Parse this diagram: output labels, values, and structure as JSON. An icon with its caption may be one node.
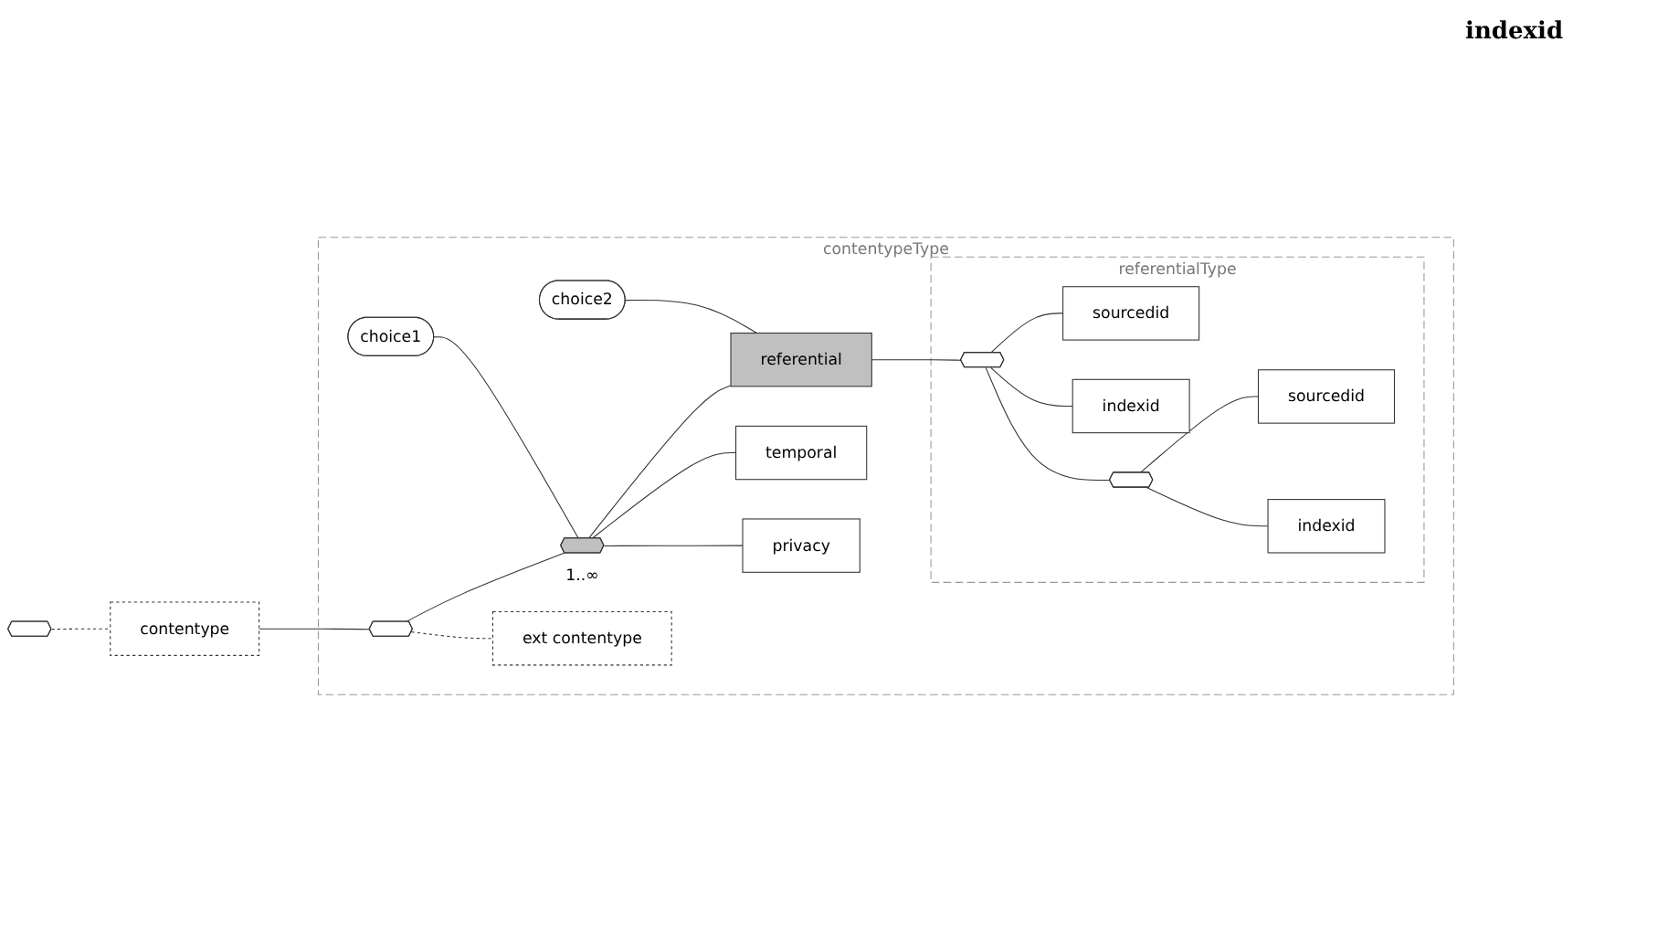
{
  "diagram": {
    "nodes": [
      {
        "text": [],
        "shape": "octagon"
      },
      {
        "text": [
          "contentype"
        ]
      },
      {
        "text": [
          "contentypeType"
        ]
      },
      {
        "text": [
          "choice2"
        ],
        "in": 2
      },
      {
        "text": [
          "referential"
        ],
        "in": 2
      },
      {
        "text": [
          "referentialType"
        ],
        "in": 2
      },
      {
        "text": [],
        "shape": "octagon",
        "in": 5
      },
      {
        "text": [
          "sourcedid"
        ],
        "in": 5
      },
      {
        "text": [
          "indexid"
        ],
        "in": 5
      },
      {
        "text": [],
        "shape": "octagon",
        "in": 5
      },
      {
        "text": [
          "sourcedid"
        ],
        "in": 5
      },
      {
        "text": [
          "indexid"
        ],
        "in": 5
      },
      {
        "text": [
          "choice1"
        ],
        "in": 2
      },
      {
        "text": [],
        "shape": "octagon",
        "in": 2,
        "beside": [
          "1..∞"
        ]
      },
      {
        "text": [
          "temporal"
        ],
        "in": 2
      },
      {
        "text": [
          "privacy"
        ],
        "in": 2
      },
      {
        "text": [],
        "shape": "octagon",
        "in": 2
      },
      {
        "text": [
          "ext  contentype"
        ],
        "in": 2
      }
    ],
    "edges": [
      {
        "from": 0,
        "to": 1,
        "arrow": "none",
        "style": "dashed"
      },
      {
        "from": 1,
        "to": 16,
        "arrow": "none"
      },
      {
        "from": 16,
        "to": 13,
        "arrow": "none"
      },
      {
        "from": 16,
        "to": 17,
        "arrow": "none",
        "style": "dashed"
      },
      {
        "from": 12,
        "to": 13,
        "arrow": "none"
      },
      {
        "from": 13,
        "to": 4,
        "arrow": "none"
      },
      {
        "from": 13,
        "to": 14,
        "arrow": "none"
      },
      {
        "from": 13,
        "to": 15,
        "arrow": "none"
      },
      {
        "from": 3,
        "to": 4,
        "arrow": "none"
      },
      {
        "from": 4,
        "to": 6,
        "arrow": "none"
      },
      {
        "from": 6,
        "to": 7,
        "arrow": "none"
      },
      {
        "from": 6,
        "to": 8,
        "arrow": "none"
      },
      {
        "from": 6,
        "to": 9,
        "arrow": "none"
      },
      {
        "from": 9,
        "to": 10,
        "arrow": "none"
      },
      {
        "from": 9,
        "to": 11,
        "arrow": "none"
      }
    ],
    "labels": [
      "indexid"
    ]
  }
}
